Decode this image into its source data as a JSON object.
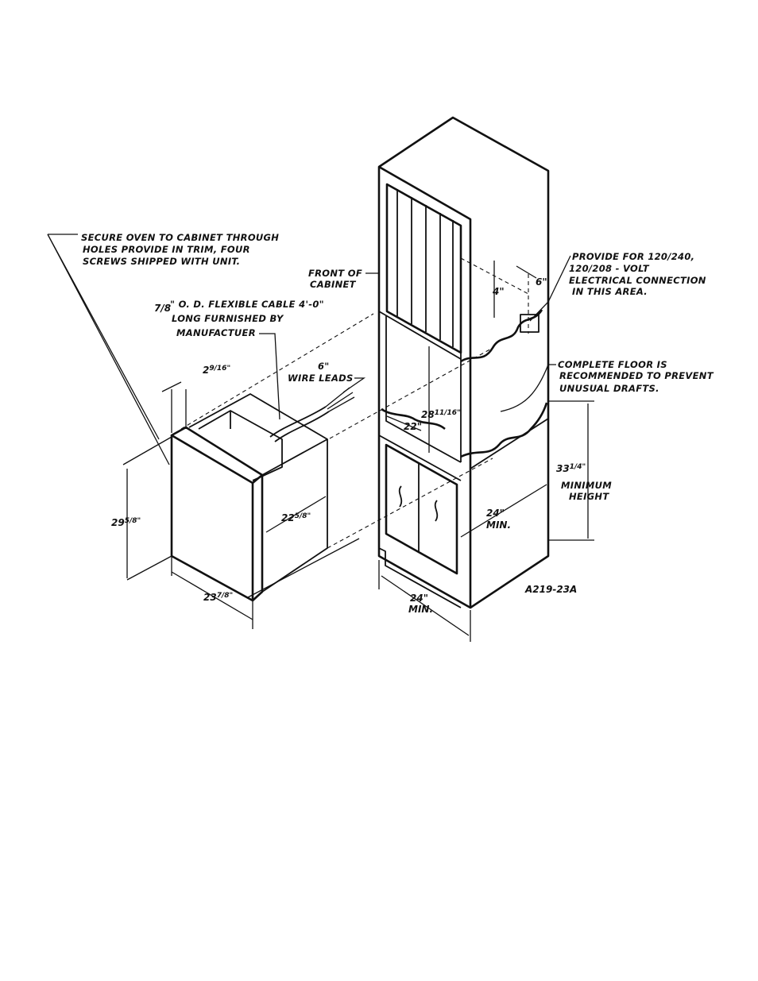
{
  "notes": {
    "secure_oven": [
      "SECURE OVEN TO CABINET THROUGH",
      "HOLES  PROVIDE  IN  TRIM, FOUR",
      "SCREWS  SHIPPED  WITH  UNIT."
    ],
    "front_of_cabinet": [
      "FRONT  OF",
      "CABINET"
    ],
    "flexible_cable": {
      "fraction": "7/8",
      "lines": [
        "\" O. D.  FLEXIBLE  CABLE  4'-0\"",
        "LONG  FURNISHED  BY",
        "MANUFACTUER"
      ]
    },
    "wire_leads": [
      "6\"",
      "WIRE  LEADS"
    ],
    "electrical": [
      "PROVIDE  FOR  120/240,",
      "120/208 - VOLT",
      "ELECTRICAL  CONNECTION",
      "IN  THIS AREA."
    ],
    "floor": [
      "COMPLETE  FLOOR  IS",
      "RECOMMENDED TO PREVENT",
      "UNUSUAL   DRAFTS."
    ],
    "minimum_height": [
      "MINIMUM",
      "HEIGHT"
    ]
  },
  "dimensions": {
    "oven_trim_depth": {
      "whole": "2",
      "frac": "9/16",
      "mark": "\""
    },
    "oven_height": {
      "whole": "29",
      "frac": "5/8",
      "mark": "\""
    },
    "oven_width": {
      "whole": "23",
      "frac": "7/8",
      "mark": "\""
    },
    "oven_depth": {
      "whole": "22",
      "frac": "5/8",
      "mark": "\""
    },
    "cutout_height": {
      "whole": "28",
      "frac": "11/16",
      "mark": "\""
    },
    "cutout_depth": "22\"",
    "electrical_vertical": "4\"",
    "electrical_horizontal": "6\"",
    "cabinet_floor_height": {
      "whole": "33",
      "frac": "1/4",
      "mark": "\""
    },
    "cabinet_depth": [
      "24\"",
      "MIN."
    ],
    "cabinet_width": [
      "24\"",
      "MIN."
    ]
  },
  "figure_id": "A219-23A"
}
